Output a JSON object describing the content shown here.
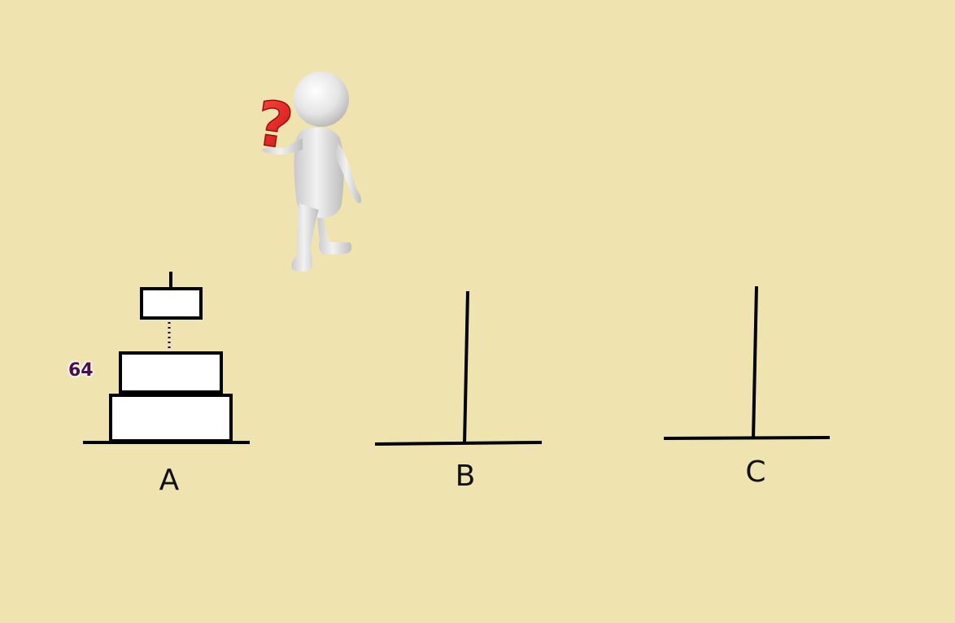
{
  "pegs": [
    {
      "label": "A"
    },
    {
      "label": "B"
    },
    {
      "label": "C"
    }
  ],
  "disk_count_label": "64",
  "question_mark": "?",
  "colors": {
    "background": "#efe4b0",
    "line": "#000000",
    "disk_fill": "#ffffff",
    "question_mark": "#e8191c",
    "figure": "#e6e6e6",
    "count_label": "#4a0d4f"
  }
}
